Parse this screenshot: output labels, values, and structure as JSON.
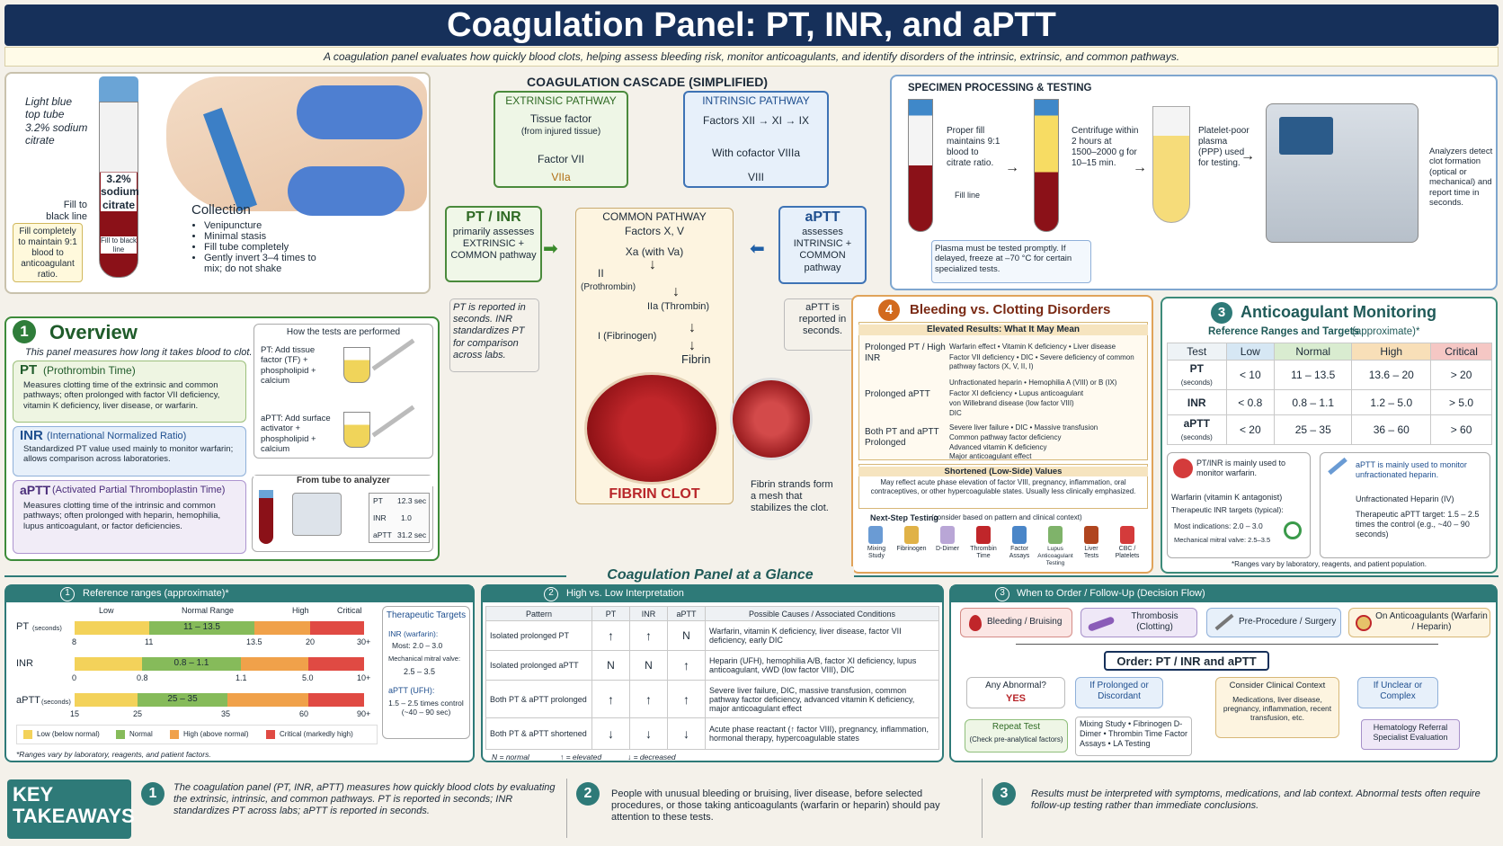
{
  "header": {
    "title": "Coagulation Panel: PT, INR, and aPTT",
    "subtitle": "A coagulation panel evaluates how quickly blood clots, helping assess bleeding risk, monitor anticoagulants, and identify disorders of the intrinsic, extrinsic, and common pathways."
  },
  "collection": {
    "tube_label": "Light blue top tube 3.2% sodium citrate",
    "tube_text": "3.2% sodium citrate",
    "fill_label": "Fill to black line",
    "fill_note": "Fill completely to maintain 9:1 blood to anticoagulant ratio.",
    "tube_mini": "Fill to black line",
    "title": "Collection",
    "items": [
      "Venipuncture",
      "Minimal stasis",
      "Fill tube completely",
      "Gently invert 3–4 times to mix; do not shake"
    ]
  },
  "overview": {
    "num": "1",
    "title": "Overview",
    "intro": "This panel measures how long it takes blood to clot.",
    "pt_title": "PT",
    "pt_sub": "(Prothrombin Time)",
    "pt_text": "Measures clotting time of the extrinsic and common pathways; often prolonged with factor VII deficiency, vitamin K deficiency, liver disease, or warfarin.",
    "inr_title": "INR",
    "inr_sub": "(International Normalized Ratio)",
    "inr_text": "Standardized PT value used mainly to monitor warfarin; allows comparison across laboratories.",
    "aptt_title": "aPTT",
    "aptt_sub": "(Activated Partial Thromboplastin Time)",
    "aptt_text": "Measures clotting time of the intrinsic and common pathways; often prolonged with heparin, hemophilia, lupus anticoagulant, or factor deficiencies.",
    "how_title": "How the tests are performed",
    "how_pt": "PT: Add tissue factor (TF) + phospholipid + calcium",
    "how_aptt": "aPTT: Add surface activator + phospholipid + calcium",
    "tube_title": "From tube to analyzer",
    "results": [
      "PT",
      "12.3 sec",
      "INR",
      "1.0",
      "aPTT",
      "31.2 sec"
    ]
  },
  "cascade": {
    "title": "COAGULATION CASCADE (SIMPLIFIED)",
    "extrinsic_title": "EXTRINSIC PATHWAY",
    "extrinsic_tf": "Tissue factor",
    "extrinsic_tf_sub": "(from injured tissue)",
    "extrinsic_f7": "Factor VII",
    "extrinsic_f7a": "VIIa",
    "intrinsic_title": "INTRINSIC PATHWAY",
    "intrinsic_factors": "Factors XII → XI → IX",
    "intrinsic_cof": "With cofactor VIIIa",
    "intrinsic_viii": "VIII",
    "common_title": "COMMON PATHWAY",
    "common_factors": "Factors X, V",
    "xa": "Xa (with Va)",
    "ii": "II",
    "prothrombin": "(Prothrombin)",
    "iia": "IIa (Thrombin)",
    "i": "I (Fibrinogen)",
    "fibrin": "Fibrin",
    "clot": "FIBRIN CLOT",
    "strands": "Fibrin strands form a mesh that stabilizes the clot.",
    "pt_title": "PT / INR",
    "pt_text": "primarily assesses EXTRINSIC + COMMON pathway",
    "pt_note": "PT is reported in seconds. INR standardizes PT for comparison across labs.",
    "aptt_title": "aPTT",
    "aptt_text": "assesses INTRINSIC + COMMON pathway",
    "aptt_note": "aPTT is reported in seconds."
  },
  "specimen": {
    "title": "SPECIMEN PROCESSING & TESTING",
    "step1": "Proper fill maintains 9:1 blood to citrate ratio.",
    "fill_line": "Fill line",
    "step2": "Centrifuge within 2 hours at 1500–2000 g for 10–15 min.",
    "step3": "Platelet-poor plasma (PPP) used for testing.",
    "step4": "Analyzers detect clot formation (optical or mechanical) and report time in seconds.",
    "note": "Plasma must be tested promptly. If delayed, freeze at –70 °C for certain specialized tests."
  },
  "bleeding": {
    "num": "4",
    "title": "Bleeding vs. Clotting Disorders",
    "elevated_title": "Elevated Results: What It May Mean",
    "rows": [
      {
        "label": "Prolonged PT / High INR",
        "items": [
          "Warfarin effect • Vitamin K deficiency • Liver disease",
          "Factor VII deficiency • DIC • Severe deficiency of common pathway factors (X, V, II, I)"
        ]
      },
      {
        "label": "Prolonged aPTT",
        "items": [
          "Unfractionated heparin • Hemophilia A (VIII) or B (IX)",
          "Factor XI deficiency • Lupus anticoagulant",
          "von Willebrand disease (low factor VIII)",
          "DIC"
        ]
      },
      {
        "label": "Both PT and aPTT Prolonged",
        "items": [
          "Severe liver failure • DIC • Massive transfusion",
          "Common pathway factor deficiency",
          "Advanced vitamin K deficiency",
          "Major anticoagulant effect"
        ]
      }
    ],
    "short_title": "Shortened (Low-Side) Values",
    "short_text": "May reflect acute phase elevation of factor VIII, pregnancy, inflammation, oral contraceptives, or other hypercoagulable states. Usually less clinically emphasized.",
    "next_title": "Next-Step Testing",
    "next_sub": "(consider based on pattern and clinical context)",
    "next_items": [
      "Mixing Study",
      "Fibrinogen",
      "D-Dimer",
      "Thrombin Time",
      "Factor Assays",
      "Lupus Anticoagulant Testing",
      "Liver Tests",
      "CBC / Platelets"
    ]
  },
  "anticoag": {
    "num": "3",
    "title": "Anticoagulant Monitoring",
    "subtitle": "Reference Ranges and Targets",
    "subtitle2": "(approximate)*",
    "headers": [
      "Test",
      "Low",
      "Normal",
      "High",
      "Critical"
    ],
    "rows": [
      {
        "test": "PT",
        "unit": "(seconds)",
        "low": "< 10",
        "normal": "11 – 13.5",
        "high": "13.6 – 20",
        "critical": "> 20"
      },
      {
        "test": "INR",
        "unit": "",
        "low": "< 0.8",
        "normal": "0.8 – 1.1",
        "high": "1.2 – 5.0",
        "critical": "> 5.0"
      },
      {
        "test": "aPTT",
        "unit": "(seconds)",
        "low": "< 20",
        "normal": "25 – 35",
        "high": "36 – 60",
        "critical": "> 60"
      }
    ],
    "warfarin_head": "PT/INR is mainly used to monitor warfarin.",
    "warfarin_title": "Warfarin (vitamin K antagonist)",
    "warfarin_sub": "Therapeutic INR targets (typical):",
    "warfarin_items": [
      "Most indications: 2.0 – 3.0",
      "Mechanical mitral valve: 2.5–3.5"
    ],
    "heparin_head": "aPTT is mainly used to monitor unfractionated heparin.",
    "heparin_title": "Unfractionated Heparin (IV)",
    "heparin_text": "Therapeutic aPTT target: 1.5 – 2.5 times the control (e.g., ~40 – 90 seconds)",
    "footnote": "*Ranges vary by laboratory, reagents, and patient population."
  },
  "glance": {
    "title": "Coagulation Panel at a Glance"
  },
  "ranges": {
    "num": "1",
    "title": "Reference ranges (approximate)*",
    "col_low": "Low",
    "col_normal": "Normal Range",
    "col_high": "High",
    "col_critical": "Critical",
    "pt_label": "PT",
    "pt_unit": "(seconds)",
    "pt_range": "11 – 13.5",
    "pt_ticks": [
      "8",
      "11",
      "13.5",
      "20",
      "30+"
    ],
    "inr_label": "INR",
    "inr_range": "0.8 – 1.1",
    "inr_ticks": [
      "0",
      "0.8",
      "1.1",
      "5.0",
      "10+"
    ],
    "aptt_label": "aPTT",
    "aptt_unit": "(seconds)",
    "aptt_range": "25 – 35",
    "aptt_ticks": [
      "15",
      "25",
      "35",
      "60",
      "90+"
    ],
    "ther_title": "Therapeutic Targets",
    "ther_inr": "INR (warfarin):",
    "ther_most": "Most: 2.0 – 3.0",
    "ther_mech": "Mechanical mitral valve:",
    "ther_mech_val": "2.5 – 3.5",
    "ther_aptt": "aPTT (UFH):",
    "ther_aptt_val": "1.5 – 2.5 times control (~40 – 90 sec)",
    "legend": [
      "Low (below normal)",
      "Normal",
      "High (above normal)",
      "Critical (markedly high)"
    ],
    "footnote": "*Ranges vary by laboratory, reagents, and patient factors."
  },
  "interp": {
    "num": "2",
    "title": "High vs. Low Interpretation",
    "headers": [
      "Pattern",
      "PT",
      "INR",
      "aPTT",
      "Possible Causes / Associated Conditions"
    ],
    "rows": [
      {
        "pattern": "Isolated prolonged PT",
        "pt": "↑",
        "inr": "↑",
        "aptt": "N",
        "causes": "Warfarin, vitamin K deficiency, liver disease, factor VII deficiency, early DIC"
      },
      {
        "pattern": "Isolated prolonged aPTT",
        "pt": "N",
        "inr": "N",
        "aptt": "↑",
        "causes": "Heparin (UFH), hemophilia A/B, factor XI deficiency, lupus anticoagulant, vWD (low factor VIII), DIC"
      },
      {
        "pattern": "Both PT & aPTT prolonged",
        "pt": "↑",
        "inr": "↑",
        "aptt": "↑",
        "causes": "Severe liver failure, DIC, massive transfusion, common pathway factor deficiency, advanced vitamin K deficiency, major anticoagulant effect"
      },
      {
        "pattern": "Both PT & aPTT shortened",
        "pt": "↓",
        "inr": "↓",
        "aptt": "↓",
        "causes": "Acute phase reactant (↑ factor VIII), pregnancy, inflammation, hormonal therapy, hypercoagulable states"
      }
    ],
    "legend_n": "N = normal",
    "legend_up": "↑ = elevated",
    "legend_down": "↓ = decreased"
  },
  "order": {
    "num": "3",
    "title": "When to Order / Follow-Up (Decision Flow)",
    "triggers": [
      "Bleeding / Bruising",
      "Thrombosis (Clotting)",
      "Pre-Procedure / Surgery",
      "On Anticoagulants (Warfarin / Heparin)"
    ],
    "order_box": "Order: PT / INR and aPTT",
    "q1": "Any Abnormal?",
    "q1_ans": "YES",
    "q2": "If Prolonged or Discordant",
    "q3": "Consider Clinical Context",
    "q3_text": "Medications, liver disease, pregnancy, inflammation, recent transfusion, etc.",
    "q4": "If Unclear or Complex",
    "r1": "Repeat Test",
    "r1_sub": "(Check pre-analytical factors)",
    "r2": "Mixing Study • Fibrinogen D-Dimer • Thrombin Time Factor Assays • LA Testing",
    "r4": "Hematology Referral Specialist Evaluation"
  },
  "takeaways": {
    "title": "KEY TAKEAWAYS",
    "items": [
      {
        "num": "1",
        "text": "The coagulation panel (PT, INR, aPTT) measures how quickly blood clots by evaluating the extrinsic, intrinsic, and common pathways. PT is reported in seconds; INR standardizes PT across labs; aPTT is reported in seconds."
      },
      {
        "num": "2",
        "text": "People with unusual bleeding or bruising, liver disease, before selected procedures, or those taking anticoagulants (warfarin or heparin) should pay attention to these tests."
      },
      {
        "num": "3",
        "text": "Results must be interpreted with symptoms, medications, and lab context. Abnormal tests often require follow-up testing rather than immediate conclusions."
      }
    ]
  },
  "colors": {
    "navy": "#16305a",
    "teal": "#2e7a78",
    "green": "#2f7d3a",
    "blue": "#1f5fa6",
    "red": "#b8262a",
    "orange": "#d26a1e"
  }
}
